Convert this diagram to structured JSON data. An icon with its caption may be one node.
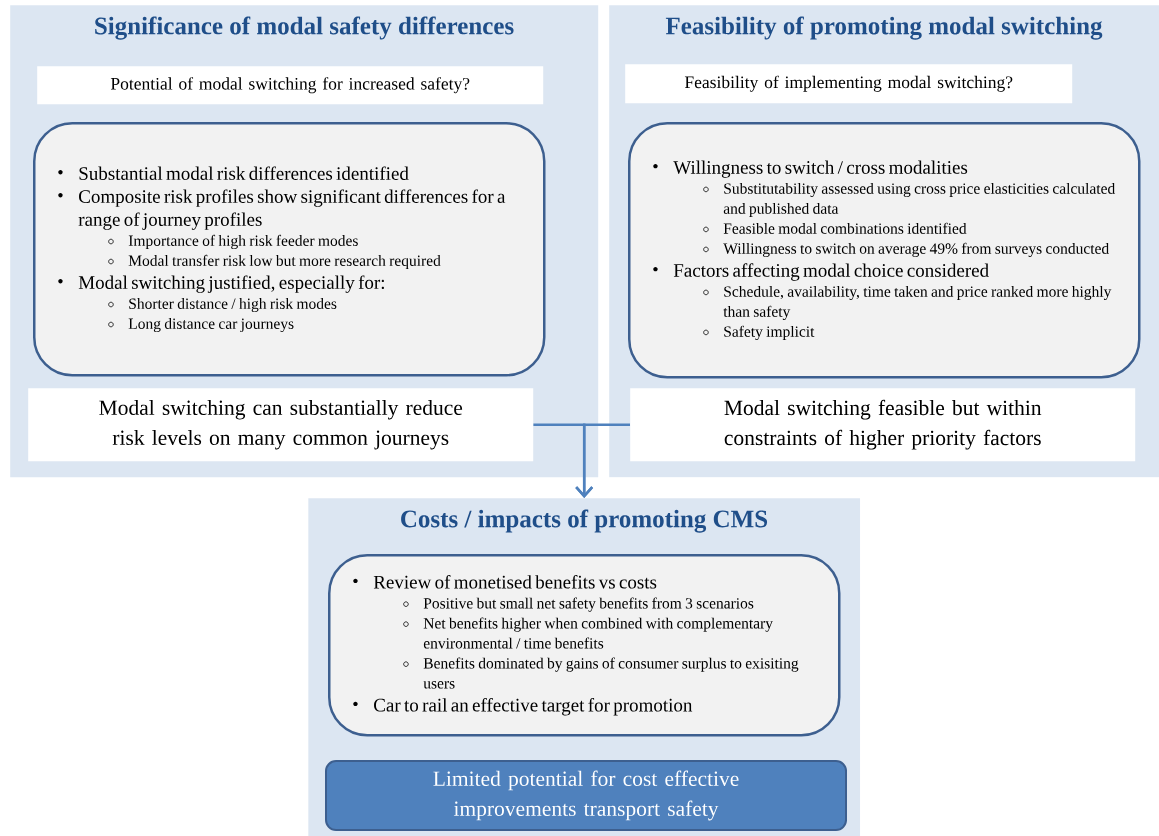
{
  "diagram": {
    "nodes": [
      {
        "text": [
          "Significance of modal safety differences"
        ]
      },
      {
        "text": [
          "Potential of modal switching for increased safety?"
        ],
        "in": 0
      },
      {
        "text": [
          "Substantial modal risk differences identified",
          "Composite risk profiles show significant differences for a range of journey profiles",
          "Importance of high risk feeder modes",
          "Modal transfer risk low but more research required",
          "Modal switching justified, especially for:",
          "Shorter distance / high risk modes",
          "Long distance car journeys"
        ],
        "in": 0
      },
      {
        "text": [
          "Modal switching can substantially reduce risk levels on many common journeys"
        ],
        "in": 0
      },
      {
        "text": [
          "Feasibility of promoting modal switching"
        ]
      },
      {
        "text": [
          "Feasibility of implementing modal switching?"
        ],
        "in": 4
      },
      {
        "text": [
          "Willingness to switch / cross modalities",
          "Substitutability assessed using cross price elasticities calculated and published data",
          "Feasible modal combinations identified",
          "Willingness to switch on average 49% from surveys conducted",
          "Factors affecting modal choice considered",
          "Schedule, availability, time taken and price ranked more highly than safety",
          "Safety implicit"
        ],
        "in": 4
      },
      {
        "text": [
          "Modal switching feasible but within constraints of higher priority factors"
        ],
        "in": 4
      },
      {
        "text": [
          "Costs / impacts of promoting CMS"
        ]
      },
      {
        "text": [
          "Review of monetised benefits vs costs",
          "Positive but small net safety benefits from 3 scenarios",
          "Net benefits higher when combined with complementary environmental / time benefits",
          "Benefits dominated by gains of consumer surplus to exisiting users",
          "Car to rail an effective target for promotion"
        ],
        "in": 8
      },
      {
        "text": [
          "Limited potential for cost effective improvements transport safety"
        ],
        "in": 8
      }
    ],
    "edges": [
      {
        "from": 3,
        "to": 8,
        "arrow": "to"
      },
      {
        "from": 7,
        "to": 8,
        "arrow": "to"
      }
    ]
  }
}
